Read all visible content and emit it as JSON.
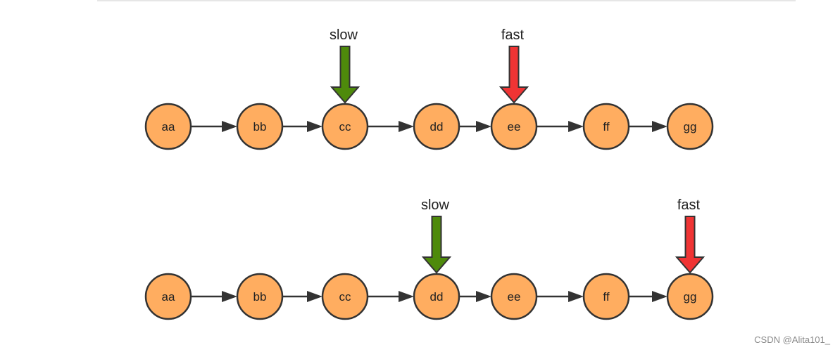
{
  "diagrams": [
    {
      "nodes": [
        "aa",
        "bb",
        "cc",
        "dd",
        "ee",
        "ff",
        "gg"
      ],
      "pointers": [
        {
          "label": "slow",
          "target": "cc",
          "color": "#4e8a0b"
        },
        {
          "label": "fast",
          "target": "ee",
          "color": "#f03434"
        }
      ]
    },
    {
      "nodes": [
        "aa",
        "bb",
        "cc",
        "dd",
        "ee",
        "ff",
        "gg"
      ],
      "pointers": [
        {
          "label": "slow",
          "target": "dd",
          "color": "#4e8a0b"
        },
        {
          "label": "fast",
          "target": "gg",
          "color": "#f03434"
        }
      ]
    }
  ],
  "colors": {
    "node_fill": "#ffad60",
    "node_stroke": "#333333",
    "edge": "#333333"
  },
  "watermark": "CSDN @Alita101_"
}
